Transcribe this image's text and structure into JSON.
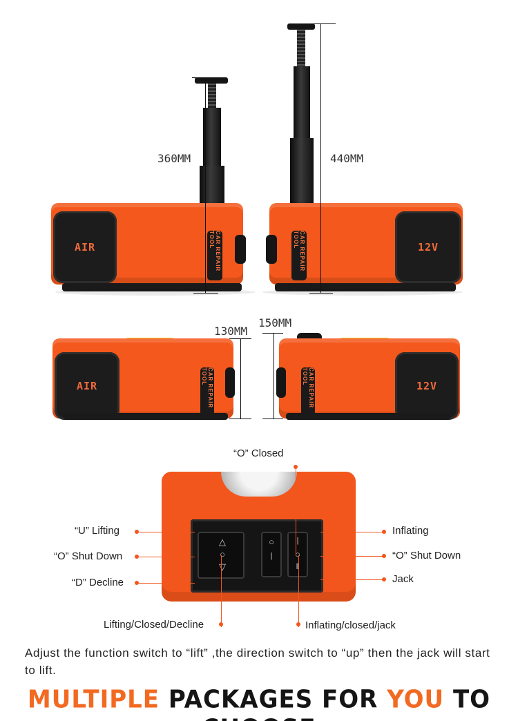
{
  "dimensions": {
    "left_extended": "360MM",
    "right_extended": "440MM",
    "left_lowered": "130MM",
    "right_lowered": "150MM"
  },
  "jack_labels": {
    "air": "AIR",
    "volt": "12V",
    "brand_plate": "CAR REPAIR TOOL"
  },
  "callouts": {
    "top": "“O”  Closed",
    "left_1": "“U”  Lifting",
    "left_2": "“O”  Shut Down",
    "left_3": "“D”  Decline",
    "right_1": "Inflating",
    "right_2": "“O”  Shut Down",
    "right_3": "Jack",
    "bottom_left": "Lifting/Closed/Decline",
    "bottom_right": "Inflating/closed/jack"
  },
  "description": "Adjust the function switch to  “lift” ,the direction switch to  “up”  then the jack will start to lift.",
  "headline": {
    "part1": "MULTIPLE",
    "part2": "PACKAGES FOR",
    "part3": "YOU",
    "part4": "TO CHOOSE"
  },
  "colors": {
    "jack_orange": "#f4581c",
    "accent_orange": "#f26a22",
    "black": "#151515"
  }
}
